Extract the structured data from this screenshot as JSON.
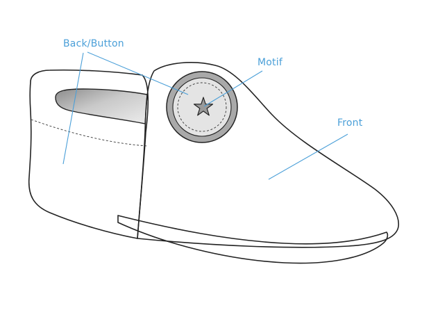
{
  "labels": {
    "back_button": "Back/Button",
    "motif": "Motif",
    "front": "Front"
  },
  "colors": {
    "accent": "#4a9fd8",
    "outline": "#222222",
    "shoe_fill": "#f1f1f1",
    "sole": "#bdbdbd",
    "inner_shadow": "#cfcfcf",
    "button_ring": "#a9a9a9",
    "button_face": "#e4e4e4"
  },
  "icons": {
    "motif_symbol": "star-icon"
  }
}
